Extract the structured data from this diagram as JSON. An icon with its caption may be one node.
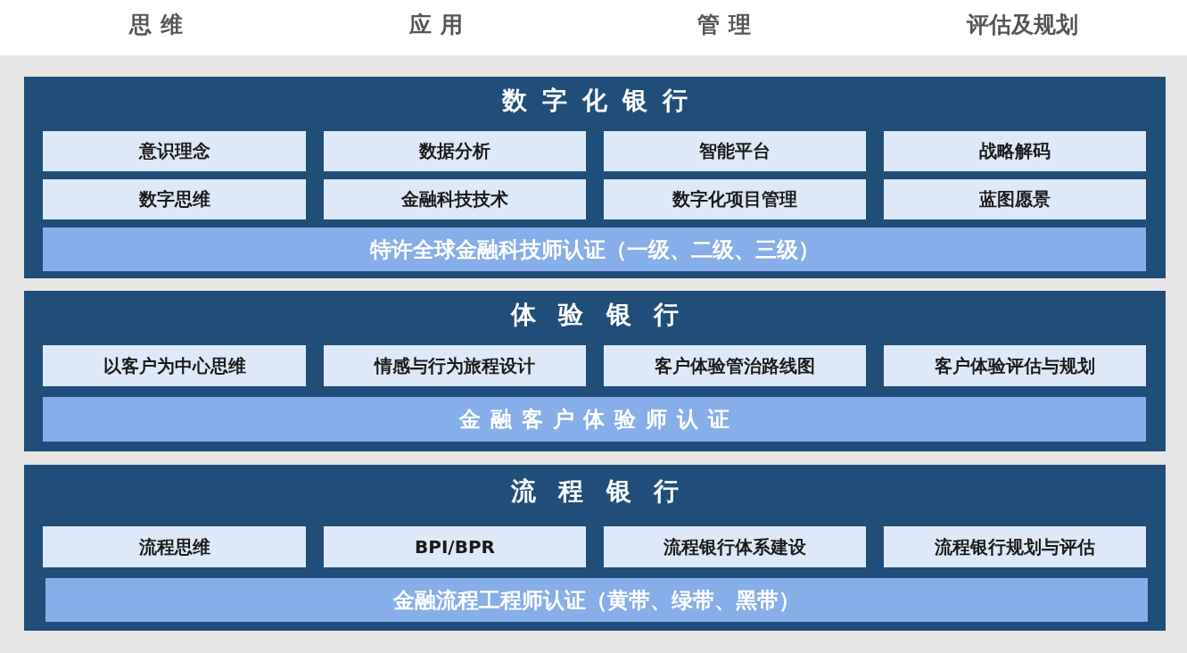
{
  "diagram": {
    "nodes": [
      {
        "text": [
          "数字化银行"
        ]
      },
      {
        "text": [
          "意识理念"
        ],
        "in": 0
      },
      {
        "text": [
          "数据分析"
        ],
        "in": 0
      },
      {
        "text": [
          "智能平台"
        ],
        "in": 0
      },
      {
        "text": [
          "战略解码"
        ],
        "in": 0
      },
      {
        "text": [
          "数字思维"
        ],
        "in": 0
      },
      {
        "text": [
          "金融科技技术"
        ],
        "in": 0
      },
      {
        "text": [
          "数字化项目管理"
        ],
        "in": 0
      },
      {
        "text": [
          "蓝图愿景"
        ],
        "in": 0
      },
      {
        "text": [
          "特许全球金融科技师认证（一级、二级、三级）"
        ],
        "in": 0
      },
      {
        "text": [
          "体验银行"
        ]
      },
      {
        "text": [
          "以客户为中心思维"
        ],
        "in": 10
      },
      {
        "text": [
          "情感与行为旅程设计"
        ],
        "in": 10
      },
      {
        "text": [
          "客户体验管治路线图"
        ],
        "in": 10
      },
      {
        "text": [
          "客户体验评估与规划"
        ],
        "in": 10
      },
      {
        "text": [
          "金融客户体验师认证"
        ],
        "in": 10
      },
      {
        "text": [
          "流程银行"
        ]
      },
      {
        "text": [
          "流程思维"
        ],
        "in": 16
      },
      {
        "text": [
          "BPI/BPR"
        ],
        "in": 16
      },
      {
        "text": [
          "流程银行体系建设"
        ],
        "in": 16
      },
      {
        "text": [
          "流程银行规划与评估"
        ],
        "in": 16
      },
      {
        "text": [
          "金融流程工程师认证（黄带、绿带、黑带）"
        ],
        "in": 16
      }
    ],
    "labels": [
      "思维",
      "应用",
      "管理",
      "评估及规划"
    ]
  }
}
